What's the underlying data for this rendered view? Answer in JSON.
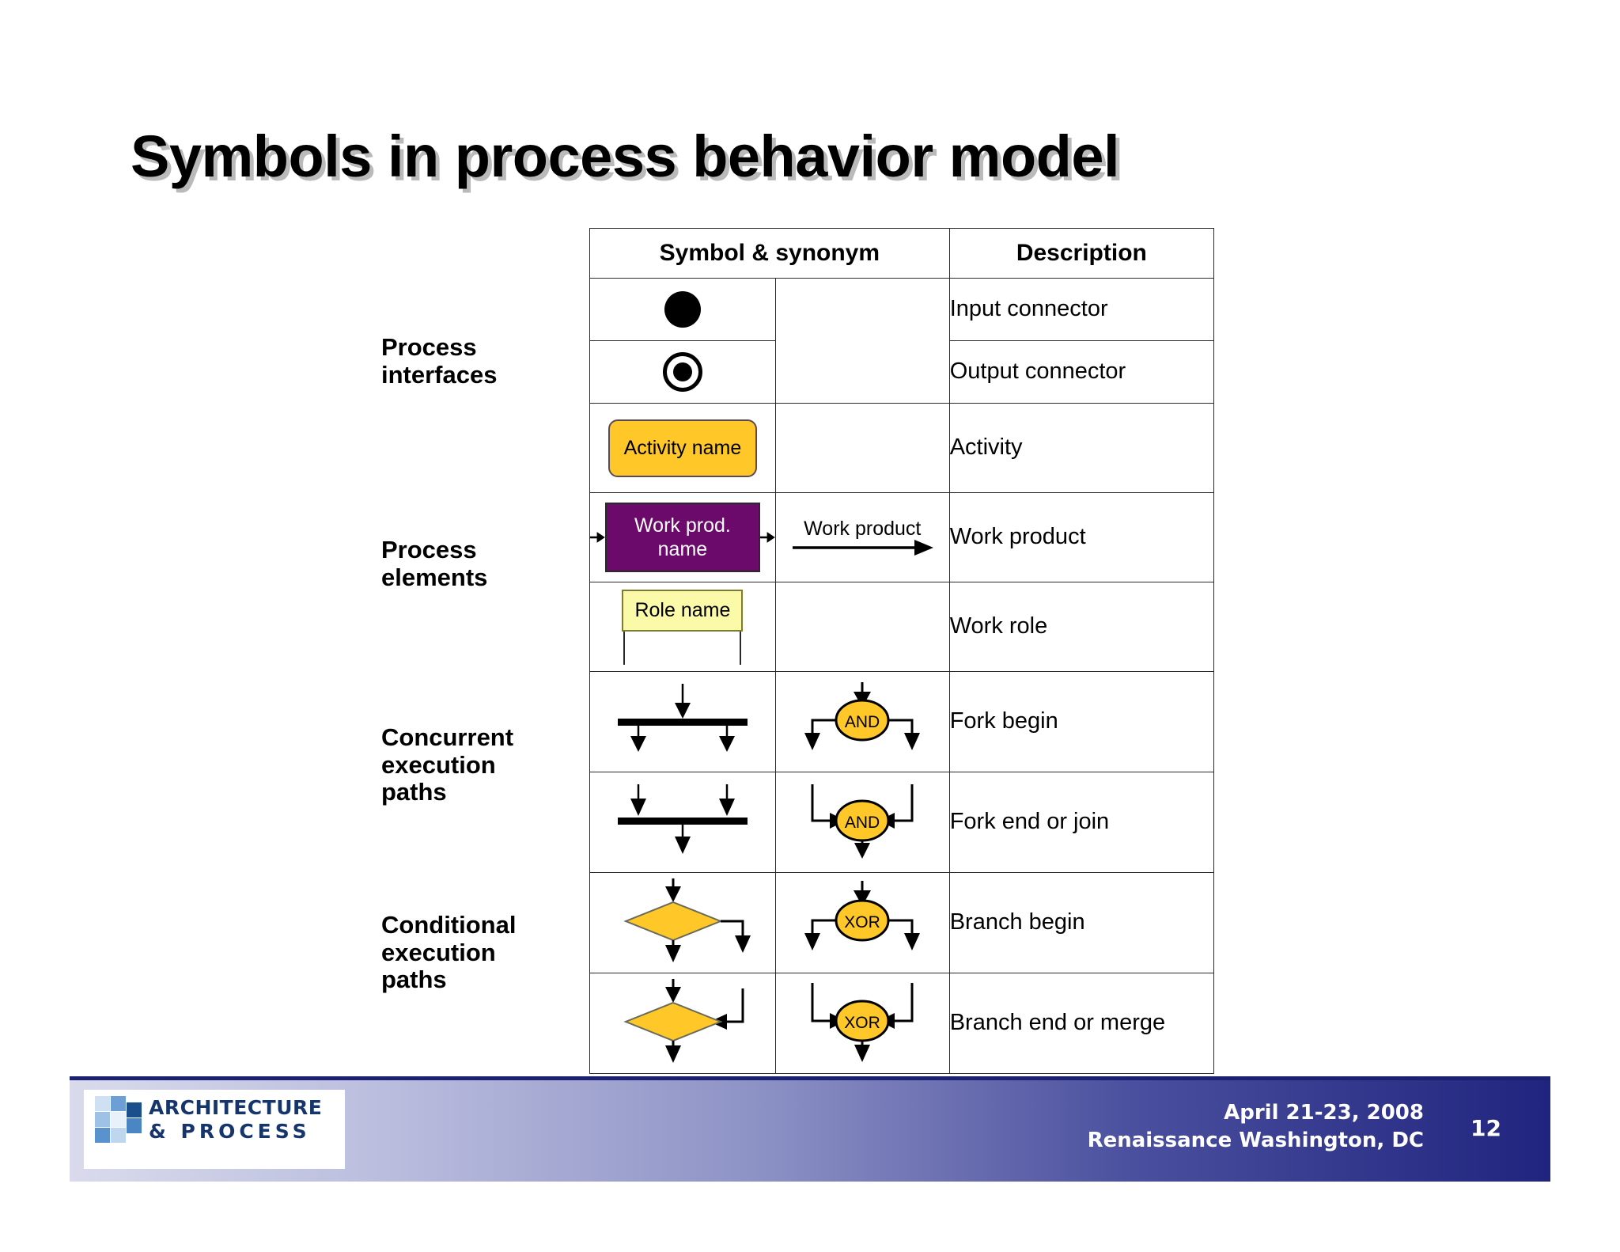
{
  "slide": {
    "title": "Symbols in process behavior model"
  },
  "table": {
    "headers": {
      "symbol": "Symbol & synonym",
      "description": "Description"
    },
    "groups": [
      {
        "label": "Process\ninterfaces"
      },
      {
        "label": "Process\nelements"
      },
      {
        "label": "Concurrent\nexecution\npaths"
      },
      {
        "label": "Conditional\nexecution\npaths"
      }
    ],
    "rows": [
      {
        "symbol_name": "filled-circle",
        "synonym_name": "",
        "description": "Input connector"
      },
      {
        "symbol_name": "circle-with-dot",
        "synonym_name": "",
        "description": "Output connector"
      },
      {
        "symbol_name": "activity-rounded-box",
        "symbol_label": "Activity name",
        "synonym_name": "",
        "description": "Activity"
      },
      {
        "symbol_name": "work-product-box",
        "symbol_label": "Work prod. name",
        "synonym_name": "work-product-arrow",
        "synonym_label": "Work product",
        "description": "Work product"
      },
      {
        "symbol_name": "role-box",
        "symbol_label": "Role name",
        "synonym_name": "",
        "description": "Work role"
      },
      {
        "symbol_name": "fork-bar-begin",
        "synonym_name": "and-gate",
        "synonym_label": "AND",
        "description": "Fork begin"
      },
      {
        "symbol_name": "fork-bar-join",
        "synonym_name": "and-gate",
        "synonym_label": "AND",
        "description": "Fork end or join"
      },
      {
        "symbol_name": "branch-diamond-begin",
        "synonym_name": "xor-gate",
        "synonym_label": "XOR",
        "description": "Branch begin"
      },
      {
        "symbol_name": "branch-diamond-merge",
        "synonym_name": "xor-gate",
        "synonym_label": "XOR",
        "description": "Branch end or merge"
      }
    ]
  },
  "footer": {
    "logo_line1": "ARCHITECTURE",
    "logo_line2": "& PROCESS",
    "date": "April 21-23, 2008",
    "venue": "Renaissance Washington, DC",
    "page_number": "12"
  },
  "colors": {
    "header_yellow": "#FFC20E",
    "activity_yellow": "#FFC728",
    "gate_yellow": "#FFC728",
    "work_product_purple": "#6B0A6B",
    "role_yellow": "#FBFAA8",
    "footer_dark_blue": "#20247E",
    "logo_blue": "#15356B"
  }
}
